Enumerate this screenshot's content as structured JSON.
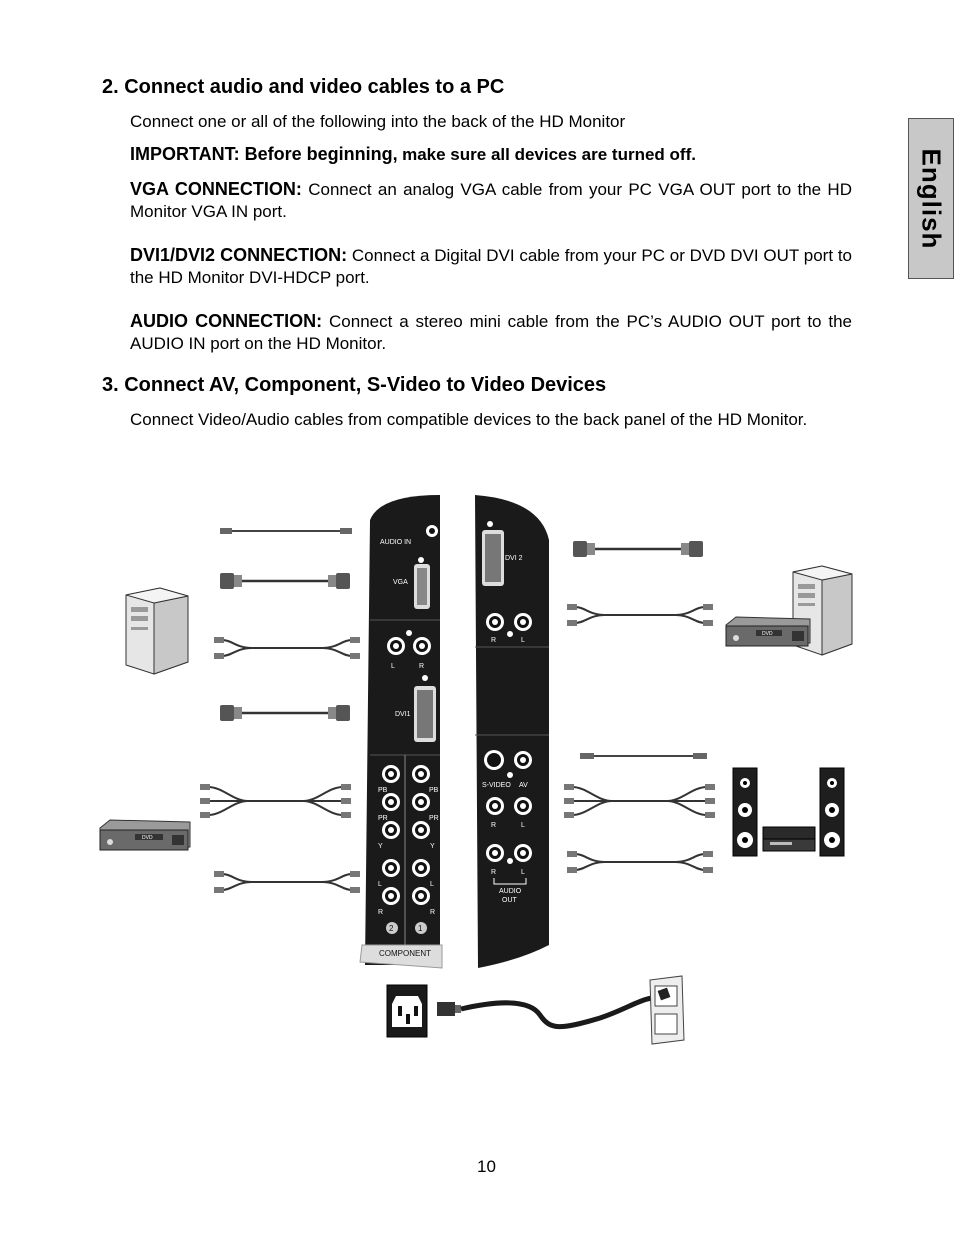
{
  "side_tab": {
    "label": "English"
  },
  "section2": {
    "heading": "2. Connect audio and video cables to a PC",
    "intro": "Connect one or all of the following into the back of the HD Monitor",
    "important_label": "IMPORTANT: Before beginning,",
    "important_text": "make sure all devices are turned off.",
    "vga_label": "VGA CONNECTION:",
    "vga_text": "Connect an analog VGA cable from your PC VGA OUT port to the HD Monitor VGA IN port.",
    "dvi_label": "DVI1/DVI2 CONNECTION:",
    "dvi_text": "Connect a Digital DVI cable from your PC or DVD DVI OUT port to the HD Monitor DVI-HDCP port.",
    "audio_label": "AUDIO CONNECTION:",
    "audio_text": "Connect a stereo mini cable from the PC’s AUDIO OUT port to the AUDIO IN port on the HD Monitor."
  },
  "section3": {
    "heading": "3. Connect AV, Component, S-Video to Video Devices",
    "intro": "Connect Video/Audio cables from compatible devices to the back panel of the HD Monitor."
  },
  "diagram": {
    "left_panel": {
      "audio_in": "AUDIO IN",
      "vga": "VGA",
      "l": "L",
      "r": "R",
      "dvi1": "DVI1",
      "pb": "PB",
      "pr": "PR",
      "y": "Y",
      "num2": "2",
      "num1": "1",
      "component": "COMPONENT"
    },
    "right_panel": {
      "dvi2": "DVI 2",
      "r": "R",
      "l": "L",
      "svideo": "S-VIDEO",
      "av": "AV",
      "audio": "AUDIO",
      "out": "OUT"
    },
    "dvd_label": "DVD"
  },
  "page_number": "10"
}
